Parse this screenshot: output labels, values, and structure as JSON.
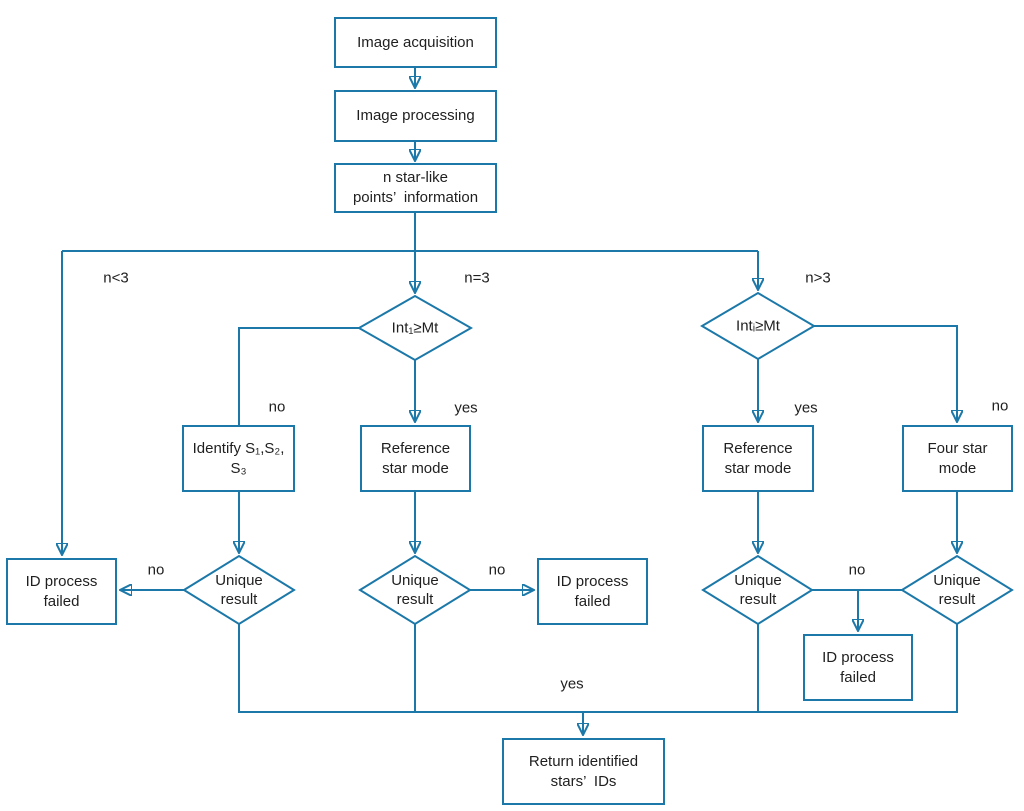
{
  "flow": {
    "accent_color": "#1b78a8",
    "boxes": {
      "image_acquisition": {
        "lines": [
          "Image acquisition"
        ]
      },
      "image_processing": {
        "lines": [
          "Image processing"
        ]
      },
      "star_points": {
        "lines": [
          "n star-like",
          "points’ information"
        ]
      },
      "identify_s123": {
        "lines": [
          "Identify S₁,S₂,",
          "S₃"
        ]
      },
      "reference_star_mode_1": {
        "lines": [
          "Reference",
          "star mode"
        ]
      },
      "reference_star_mode_2": {
        "lines": [
          "Reference",
          "star mode"
        ]
      },
      "four_star_mode": {
        "lines": [
          "Four star",
          "mode"
        ]
      },
      "id_failed_left": {
        "lines": [
          "ID process",
          "failed"
        ]
      },
      "id_failed_mid": {
        "lines": [
          "ID process",
          "failed"
        ]
      },
      "id_failed_right": {
        "lines": [
          "ID process",
          "failed"
        ]
      },
      "return_ids": {
        "lines": [
          "Return identified",
          "stars’ IDs"
        ]
      }
    },
    "decisions": {
      "int1_ge_mt": {
        "lines": [
          "Int₁≥Mt"
        ]
      },
      "inti_ge_mt": {
        "lines": [
          "Intᵢ≥Mt"
        ]
      },
      "unique_1": {
        "lines": [
          "Unique",
          "result"
        ]
      },
      "unique_2": {
        "lines": [
          "Unique",
          "result"
        ]
      },
      "unique_3": {
        "lines": [
          "Unique",
          "result"
        ]
      },
      "unique_4": {
        "lines": [
          "Unique",
          "result"
        ]
      }
    },
    "edge_labels": {
      "n_lt_3": "n<3",
      "n_eq_3": "n=3",
      "n_gt_3": "n>3",
      "d1_no": "no",
      "d1_yes": "yes",
      "d2_yes": "yes",
      "d2_no": "no",
      "u1_no": "no",
      "u2_no": "no",
      "u34_no": "no",
      "final_yes": "yes"
    }
  }
}
